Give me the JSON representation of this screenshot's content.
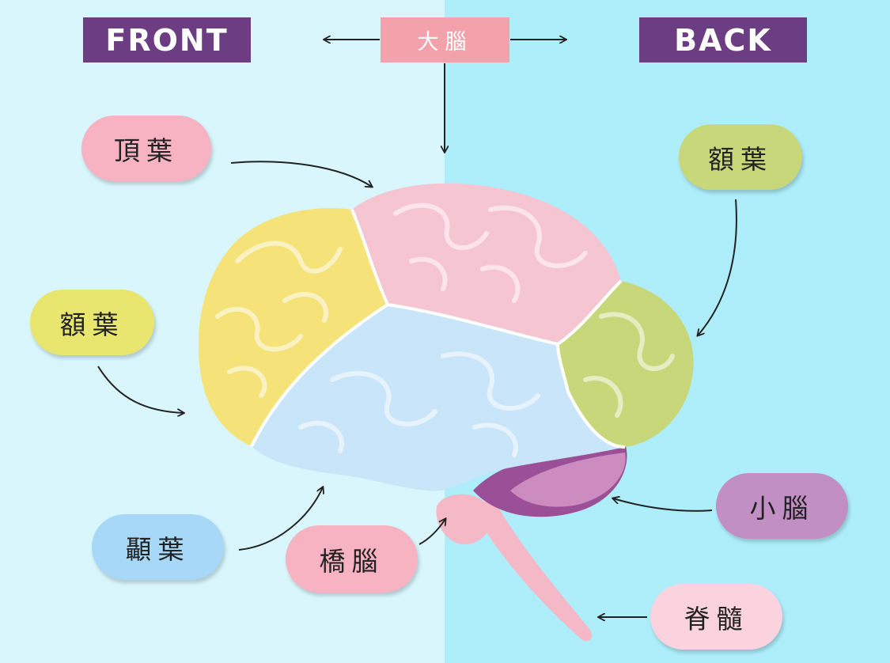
{
  "headers": {
    "front": "FRONT",
    "back": "BACK",
    "cerebrum": "大腦"
  },
  "labels": {
    "parietal_lobe": "頂葉",
    "occipital_lobe": "額葉",
    "frontal_lobe": "額葉",
    "temporal_lobe": "顳葉",
    "pons": "橋腦",
    "cerebellum": "小腦",
    "spinal_cord": "脊髓"
  },
  "colors": {
    "background_left": "#d8f6fc",
    "background_right": "#aeeefb",
    "header_purple": "#6c3d82",
    "cerebrum_pink": "#f3a2ac",
    "lobe_yellow": "#f5e37a",
    "lobe_pink": "#f6c5d2",
    "lobe_blue": "#c9e5f9",
    "lobe_green": "#c9d77b",
    "cerebellum_purple": "#9b4f97",
    "brainstem_pink": "#f4b8c6"
  }
}
